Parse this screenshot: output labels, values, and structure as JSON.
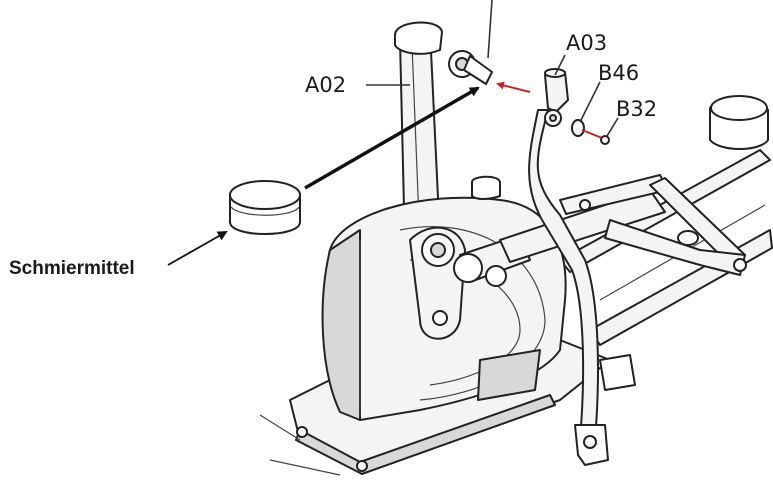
{
  "labels": {
    "a02": "A02",
    "a03": "A03",
    "b46": "B46",
    "b32": "B32",
    "lubricant": "Schmiermittel"
  },
  "colors": {
    "line": "#222222",
    "arrow_red": "#cc2222",
    "text": "#1a1a1a"
  }
}
